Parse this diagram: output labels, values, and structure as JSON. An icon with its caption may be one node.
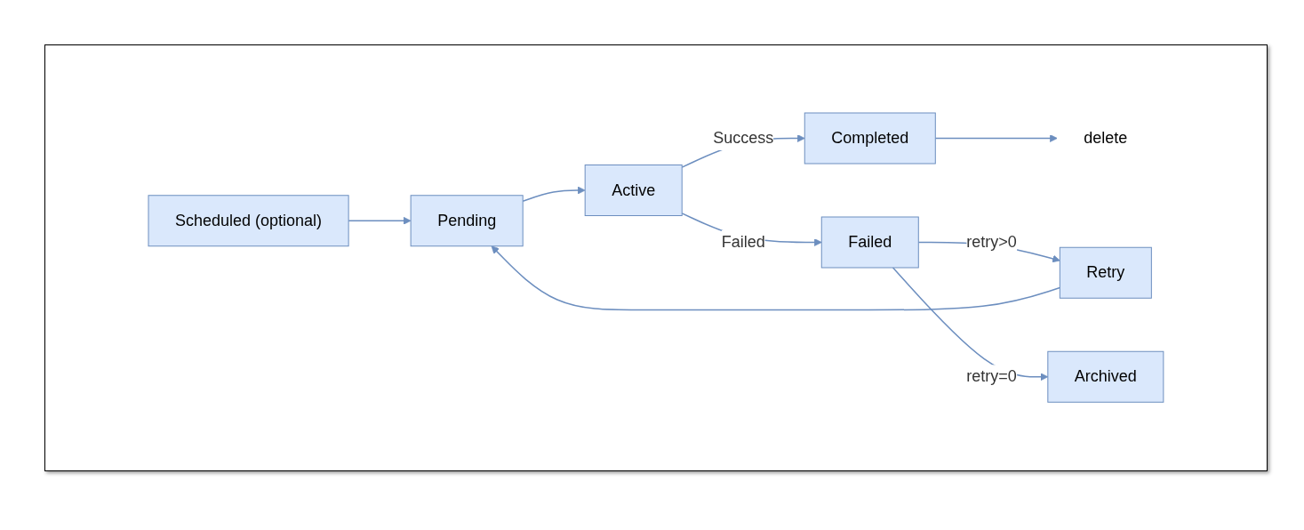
{
  "diagram": {
    "nodes": [
      {
        "text": [
          "Scheduled (optional)"
        ]
      },
      {
        "text": [
          "Pending"
        ]
      },
      {
        "text": [
          "Active"
        ]
      },
      {
        "text": [
          "Completed"
        ]
      },
      {
        "text": [
          "delete"
        ]
      },
      {
        "text": [
          "Retry"
        ]
      },
      {
        "text": [
          "Failed"
        ]
      },
      {
        "text": [
          "Archived"
        ]
      }
    ],
    "edges": [
      {
        "from": 0,
        "to": 1,
        "arrow": "to"
      },
      {
        "from": 1,
        "to": 2,
        "arrow": "to"
      },
      {
        "from": 2,
        "to": 3,
        "label": "Success",
        "arrow": "to"
      },
      {
        "from": 3,
        "to": 4,
        "arrow": "to"
      },
      {
        "from": 2,
        "to": 6,
        "label": "Failed",
        "arrow": "to"
      },
      {
        "from": 6,
        "to": 5,
        "label": "retry>0",
        "arrow": "to"
      },
      {
        "from": 6,
        "to": 7,
        "label": "retry=0",
        "arrow": "to"
      },
      {
        "from": 5,
        "to": 1,
        "arrow": "to"
      }
    ]
  }
}
